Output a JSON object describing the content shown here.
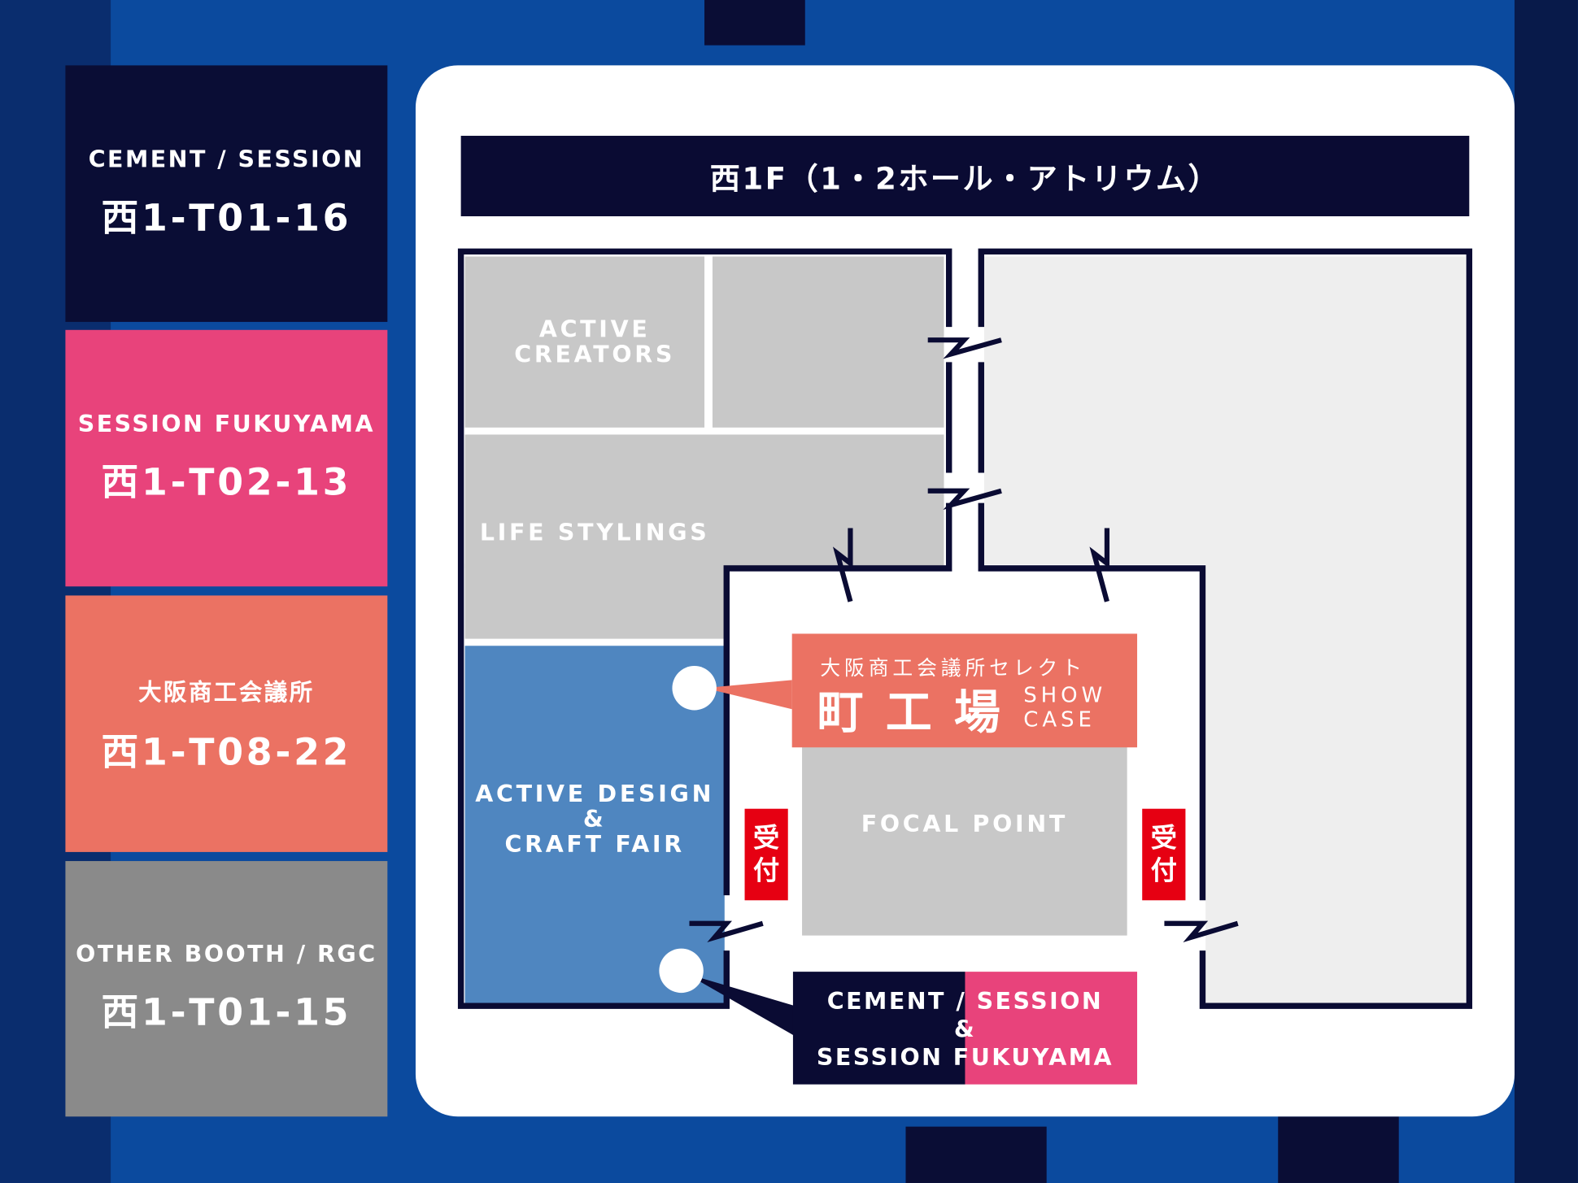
{
  "legend": [
    {
      "name": "CEMENT / SESSION",
      "code": "西1-T01-16",
      "color": "#0a0d35"
    },
    {
      "name": "SESSION FUKUYAMA",
      "code": "西1-T02-13",
      "color": "#e8437b"
    },
    {
      "name": "大阪商工会議所",
      "code": "西1-T08-22",
      "color": "#eb7263"
    },
    {
      "name": "OTHER BOOTH / RGC",
      "code": "西1-T01-15",
      "color": "#8a8a8a"
    }
  ],
  "map": {
    "title": "西1F（1・2ホール・アトリウム）",
    "areas": {
      "active_creators": "ACTIVE CREATORS",
      "life_stylings": "LIFE STYLINGS",
      "active_design": "ACTIVE DESIGN",
      "amp": "&",
      "craft_fair": "CRAFT FAIR",
      "focal_point": "FOCAL POINT"
    },
    "showcase": {
      "top": "大阪商工会議所セレクト",
      "main": "町工場",
      "show": "SHOW",
      "case": "CASE"
    },
    "reception": [
      "受",
      "付"
    ],
    "bottom_label": {
      "left": "CEMENT /",
      "right": "SESSION",
      "amp": "&",
      "line2": "SESSION FUKUYAMA"
    }
  }
}
